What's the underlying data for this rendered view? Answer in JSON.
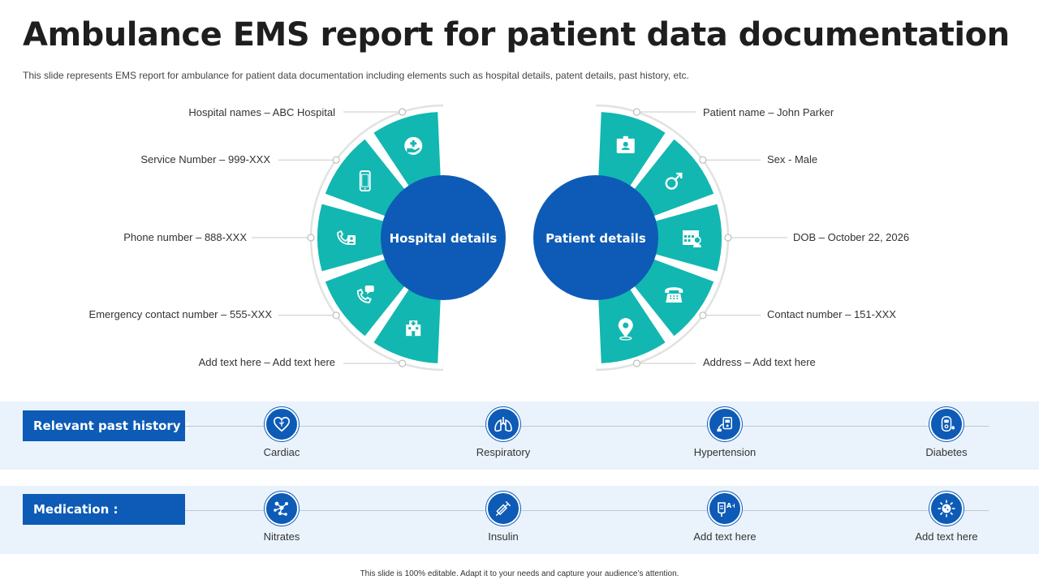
{
  "header": {
    "title": "Ambulance EMS report for patient data documentation",
    "subtitle": "This slide represents EMS report for ambulance for patient data documentation including elements such as hospital details, patent details, past history, etc."
  },
  "hospital": {
    "center_label": "Hospital details",
    "fields": [
      {
        "text": "Hospital names – ABC Hospital",
        "icon": "hospital-icon"
      },
      {
        "text": "Service Number – 999-XXX",
        "icon": "phone-chat-icon"
      },
      {
        "text": "Phone number – 888-XXX",
        "icon": "phone-contact-icon"
      },
      {
        "text": "Emergency contact number – 555-XXX",
        "icon": "mobile-phone-icon"
      },
      {
        "text": "Add text here – Add text here",
        "icon": "healthcare-hand-icon"
      }
    ]
  },
  "patient": {
    "center_label": "Patient details",
    "fields": [
      {
        "text": "Patient name – John Parker",
        "icon": "id-badge-icon"
      },
      {
        "text": "Sex - Male",
        "icon": "male-symbol-icon"
      },
      {
        "text": "DOB – October 22, 2026",
        "icon": "calendar-person-icon"
      },
      {
        "text": "Contact number – 151-XXX",
        "icon": "telephone-icon"
      },
      {
        "text": "Address – Add text here",
        "icon": "location-pin-icon"
      }
    ]
  },
  "past_history": {
    "label": "Relevant past history :",
    "items": [
      {
        "text": "Cardiac",
        "icon": "heart-icon"
      },
      {
        "text": "Respiratory",
        "icon": "lungs-icon"
      },
      {
        "text": "Hypertension",
        "icon": "blood-pressure-icon"
      },
      {
        "text": "Diabetes",
        "icon": "glucose-meter-icon"
      }
    ]
  },
  "medication": {
    "label": "Medication :",
    "items": [
      {
        "text": "Nitrates",
        "icon": "molecule-icon"
      },
      {
        "text": "Insulin",
        "icon": "syringe-icon"
      },
      {
        "text": "Add text here",
        "icon": "iv-bag-icon"
      },
      {
        "text": "Add text here",
        "icon": "virus-icon"
      }
    ]
  },
  "footer": {
    "text": "This slide is 100% editable. Adapt it to your needs and capture your audience’s attention."
  },
  "colors": {
    "teal": "#12b7b1",
    "blue": "#0d5bb6",
    "band": "#eaf3fc"
  }
}
